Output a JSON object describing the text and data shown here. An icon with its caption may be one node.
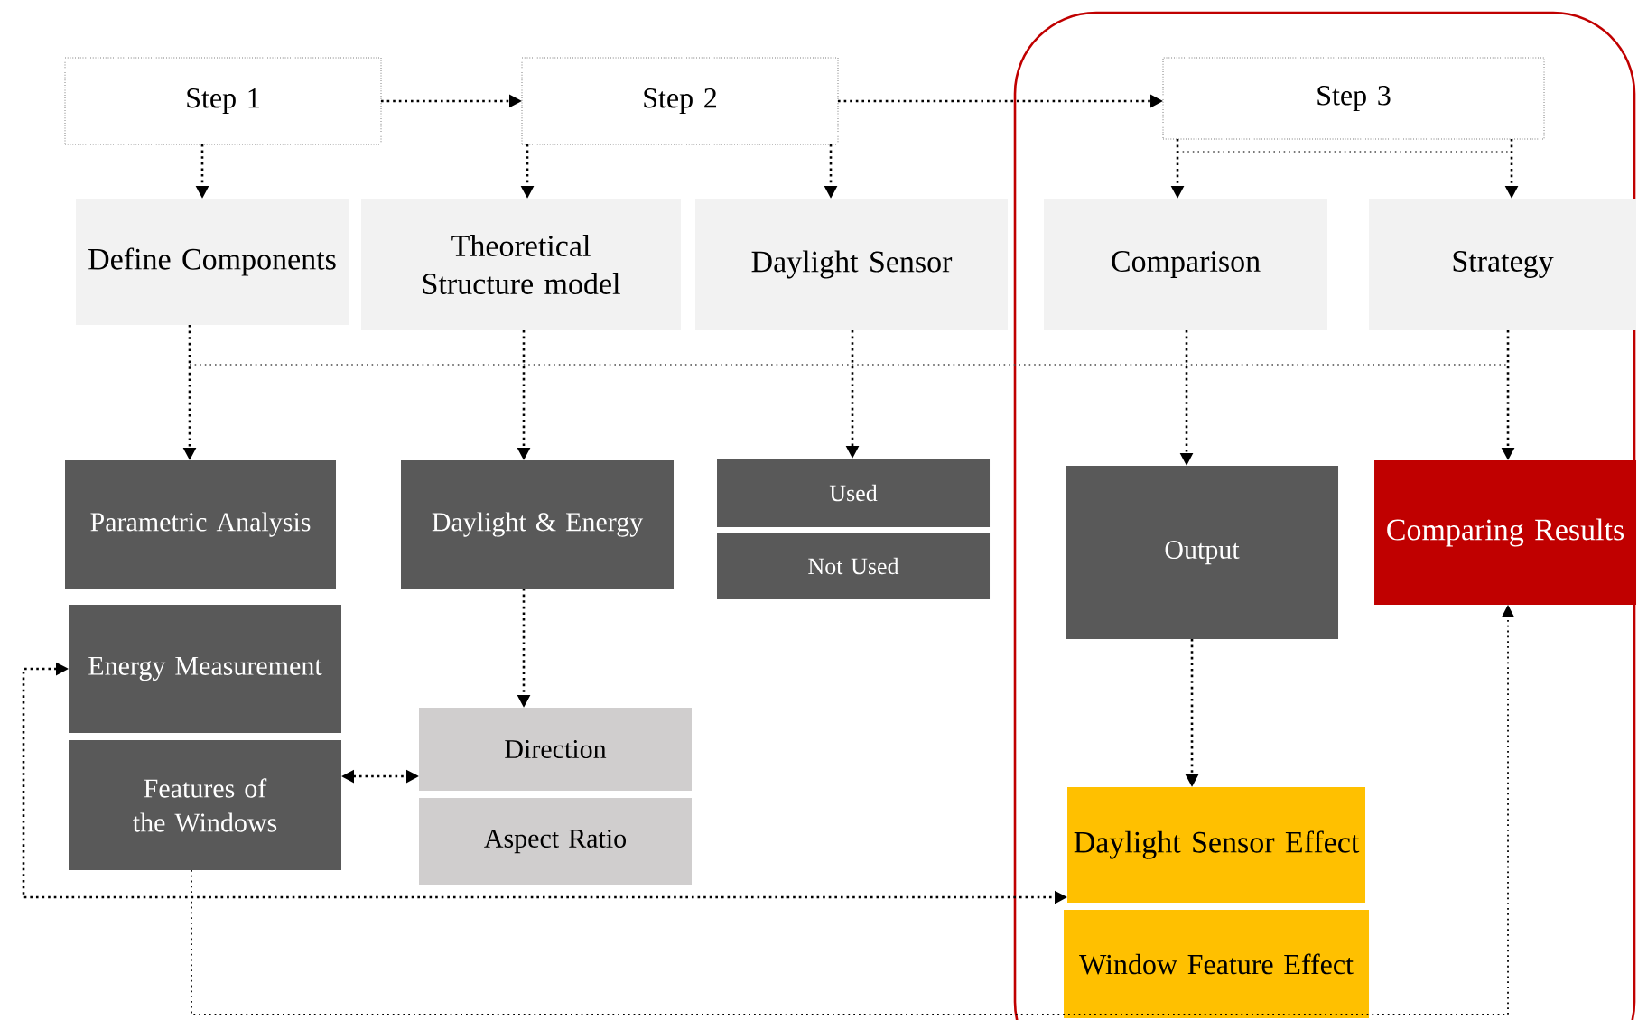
{
  "diagram": {
    "nodes": [
      {
        "text": [
          "Step 1"
        ]
      },
      {
        "text": [
          "Step 2"
        ]
      },
      {
        "text": [
          "Step 3"
        ]
      },
      {
        "text": [
          "Define Components"
        ]
      },
      {
        "text": [
          "Theoretical Structure model"
        ]
      },
      {
        "text": [
          "Daylight Sensor"
        ]
      },
      {
        "text": [
          "Comparison"
        ]
      },
      {
        "text": [
          "Strategy"
        ]
      },
      {
        "text": [
          "Parametric Analysis"
        ]
      },
      {
        "text": [
          "Daylight & Energy"
        ]
      },
      {
        "text": [
          "Used"
        ]
      },
      {
        "text": [
          "Not Used"
        ]
      },
      {
        "text": [
          "Output"
        ]
      },
      {
        "text": [
          "Comparing Results"
        ]
      },
      {
        "text": [
          "Energy Measurement"
        ]
      },
      {
        "text": [
          "Features of the Windows"
        ]
      },
      {
        "text": [
          "Direction"
        ]
      },
      {
        "text": [
          "Aspect Ratio"
        ]
      },
      {
        "text": [
          "Daylight Sensor Effect"
        ]
      },
      {
        "text": [
          "Window Feature Effect"
        ]
      }
    ],
    "edges": [
      {
        "from": 0,
        "to": 1,
        "arrow": "to"
      },
      {
        "from": 1,
        "to": 2,
        "arrow": "to"
      },
      {
        "from": 0,
        "to": 3,
        "arrow": "to"
      },
      {
        "from": 1,
        "to": 4,
        "arrow": "to"
      },
      {
        "from": 1,
        "to": 5,
        "arrow": "to"
      },
      {
        "from": 2,
        "to": 6,
        "arrow": "to"
      },
      {
        "from": 2,
        "to": 7,
        "arrow": "to"
      },
      {
        "from": 3,
        "to": 8,
        "arrow": "to"
      },
      {
        "from": 4,
        "to": 9,
        "arrow": "to"
      },
      {
        "from": 5,
        "to": 10,
        "arrow": "to"
      },
      {
        "from": 6,
        "to": 12,
        "arrow": "to"
      },
      {
        "from": 7,
        "to": 13,
        "arrow": "to"
      },
      {
        "from": 9,
        "to": 16,
        "arrow": "to"
      },
      {
        "from": 15,
        "to": 16,
        "arrow": "both"
      },
      {
        "from": 14,
        "to": 18,
        "arrow": "both"
      },
      {
        "from": 15,
        "to": 13,
        "arrow": "to"
      },
      {
        "from": 12,
        "to": 18,
        "arrow": "to"
      }
    ]
  }
}
